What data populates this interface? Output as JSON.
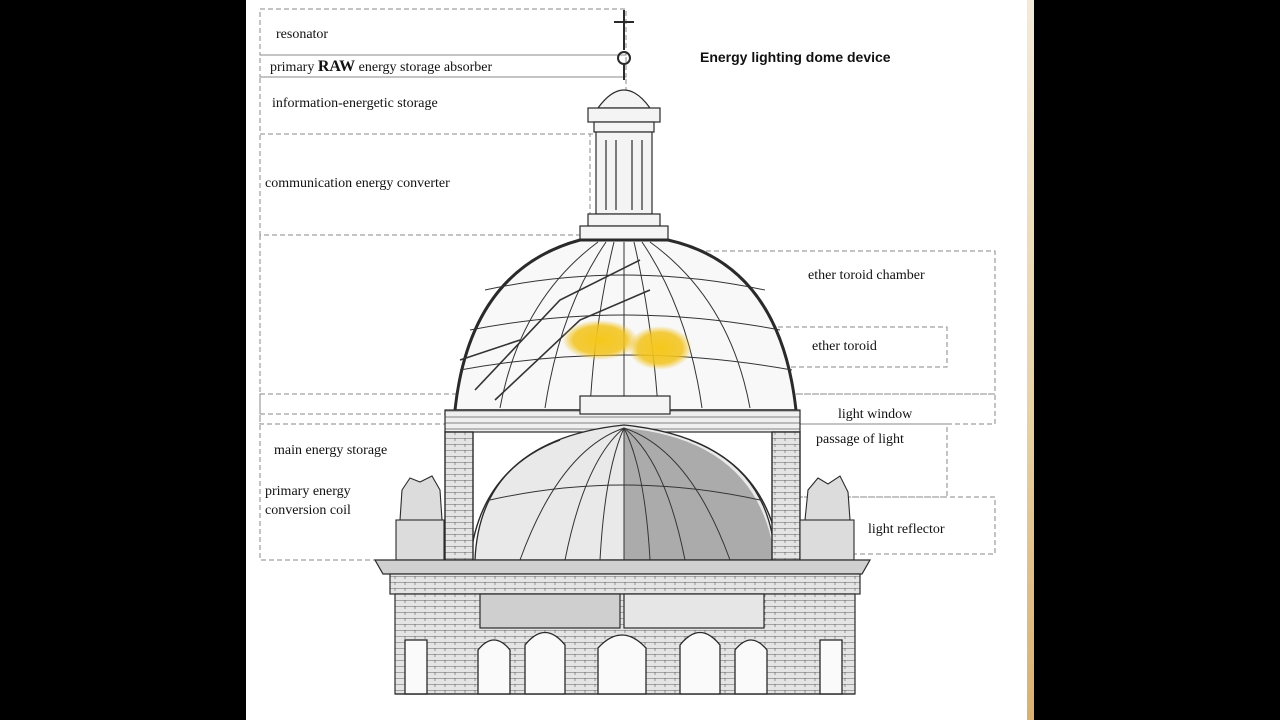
{
  "title": "Energy lighting dome device",
  "labels": {
    "resonator": "resonator",
    "primary_prefix": "primary",
    "primary_raw": "RAW",
    "primary_suffix": "energy storage absorber",
    "information_storage": "information-energetic storage",
    "communication_converter": "communication energy converter",
    "ether_toroid_chamber": "ether toroid chamber",
    "ether_toroid": "ether toroid",
    "light_window": "light window",
    "passage_of_light": "passage of light",
    "main_energy_storage": "main energy storage",
    "conversion_coil_line1": "primary energy",
    "conversion_coil_line2": "conversion coil",
    "light_reflector": "light reflector"
  },
  "colors": {
    "background": "#000000",
    "panel": "#ffffff",
    "ink": "#2a2a2a",
    "dashed": "#8a8a8a",
    "glow": "#f2c21b"
  }
}
